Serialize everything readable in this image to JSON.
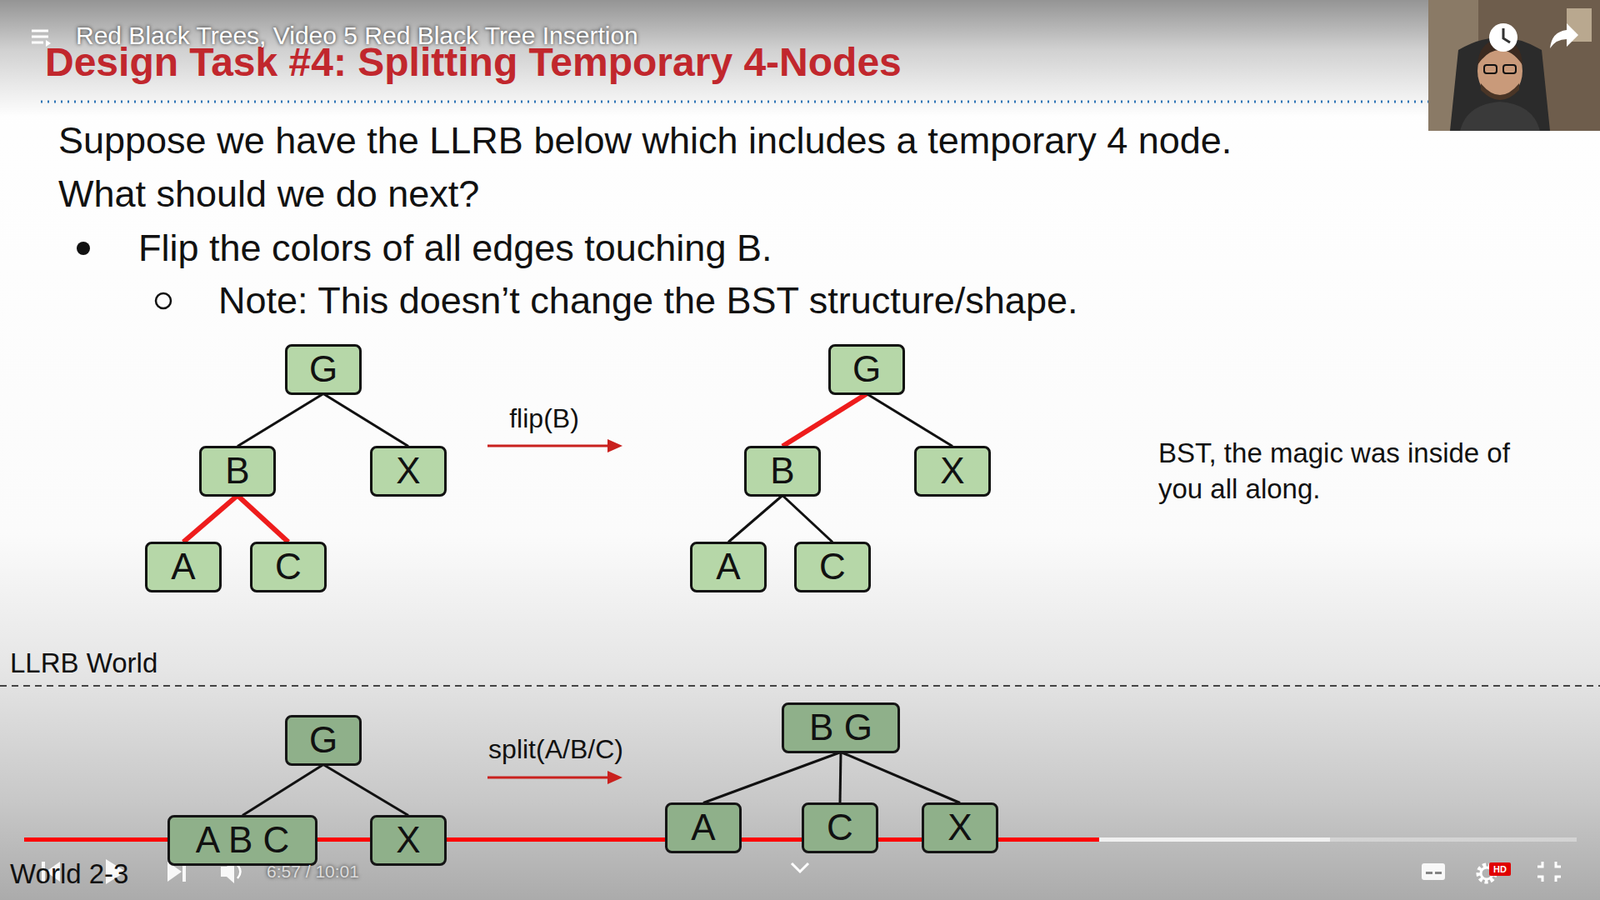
{
  "diagram": {
    "title": "Design Task #4: Splitting Temporary 4-Nodes",
    "nodes": [
      {
        "text": [
          "G"
        ]
      },
      {
        "text": [
          "B"
        ]
      },
      {
        "text": [
          "X"
        ]
      },
      {
        "text": [
          "A"
        ]
      },
      {
        "text": [
          "C"
        ]
      },
      {
        "text": [
          "G"
        ]
      },
      {
        "text": [
          "B"
        ]
      },
      {
        "text": [
          "X"
        ]
      },
      {
        "text": [
          "A"
        ]
      },
      {
        "text": [
          "C"
        ]
      },
      {
        "text": [
          "G"
        ]
      },
      {
        "text": [
          "A B C"
        ]
      },
      {
        "text": [
          "X"
        ]
      },
      {
        "text": [
          "B G"
        ]
      },
      {
        "text": [
          "A"
        ]
      },
      {
        "text": [
          "C"
        ]
      },
      {
        "text": [
          "X"
        ]
      }
    ],
    "edges": [
      {
        "from": 0,
        "to": 1,
        "arrow": "none"
      },
      {
        "from": 0,
        "to": 2,
        "arrow": "none"
      },
      {
        "from": 1,
        "to": 3,
        "arrow": "none"
      },
      {
        "from": 1,
        "to": 4,
        "arrow": "none"
      },
      {
        "from": 5,
        "to": 6,
        "arrow": "none"
      },
      {
        "from": 5,
        "to": 7,
        "arrow": "none"
      },
      {
        "from": 6,
        "to": 8,
        "arrow": "none"
      },
      {
        "from": 6,
        "to": 9,
        "arrow": "none"
      },
      {
        "from": 10,
        "to": 11,
        "arrow": "none"
      },
      {
        "from": 10,
        "to": 12,
        "arrow": "none"
      },
      {
        "from": 13,
        "to": 14,
        "arrow": "none"
      },
      {
        "from": 13,
        "to": 15,
        "arrow": "none"
      },
      {
        "from": 13,
        "to": 16,
        "arrow": "none"
      }
    ],
    "labels": [
      "Red Black Trees, Video 5 Red Black Tree Insertion",
      "Suppose we have the LLRB below which includes a temporary 4 node.",
      "What should we do next?",
      "Flip the colors of all edges touching B.",
      "Note: This doesn’t change the BST structure/shape.",
      "flip(B)",
      "BST, the magic was inside of you all along.",
      "LLRB World",
      "split(A/B/C)",
      "World 2-3",
      "6:57 / 10:01",
      "HD"
    ]
  }
}
